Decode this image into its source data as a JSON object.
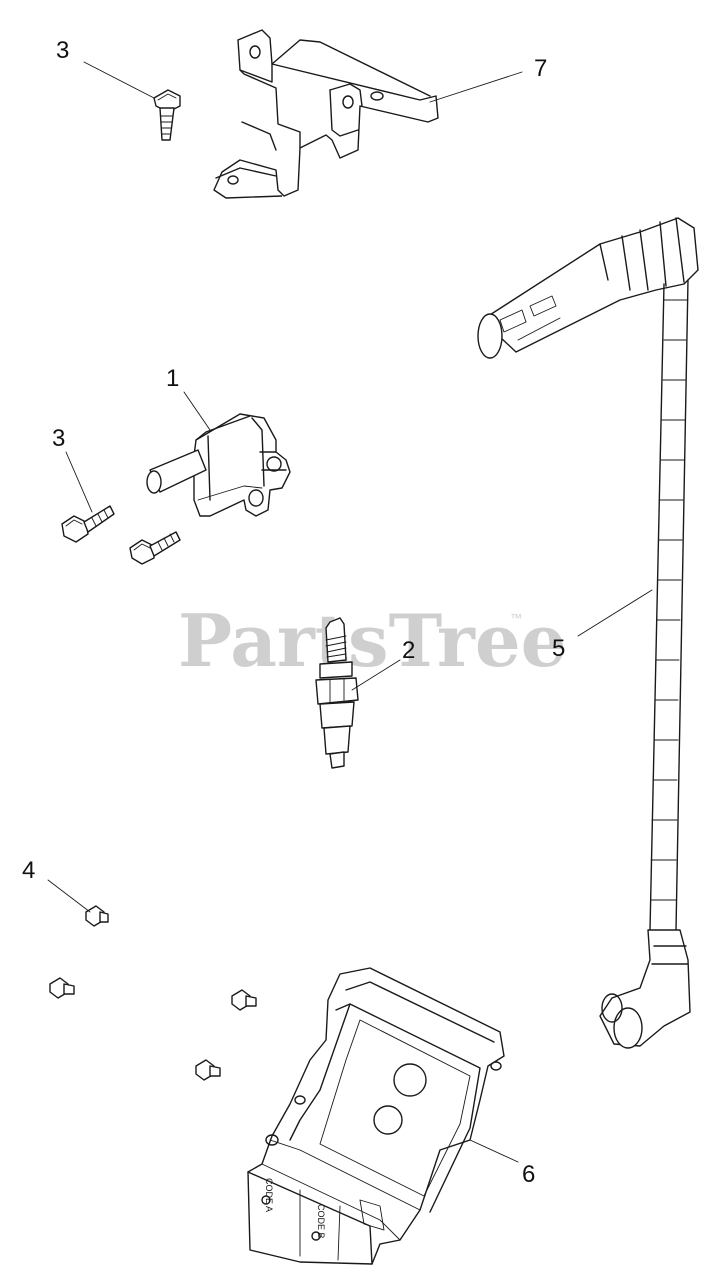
{
  "watermark": {
    "text": "PartsTree",
    "trademark": "™"
  },
  "callouts": {
    "c1": "1",
    "c2": "2",
    "c3a": "3",
    "c3b": "3",
    "c4": "4",
    "c5": "5",
    "c6": "6",
    "c7": "7"
  },
  "module": {
    "code_a": "CODE A",
    "code_b": "CODE B"
  }
}
